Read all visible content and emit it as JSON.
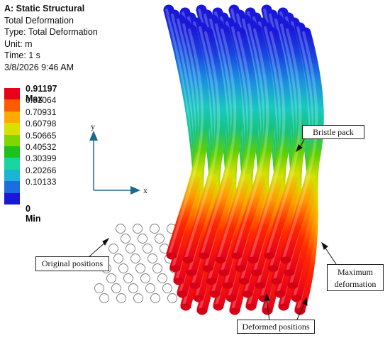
{
  "header": {
    "title": "A: Static Structural",
    "lines": [
      "Total Deformation",
      "Type: Total Deformation",
      "Unit: m",
      "Time: 1 s",
      "3/8/2026 9:46 AM"
    ]
  },
  "legend": {
    "max_label": "0.91197 Max",
    "values": [
      "0.81064",
      "0.70931",
      "0.60798",
      "0.50665",
      "0.40532",
      "0.30399",
      "0.20266",
      "0.10133"
    ],
    "min_label": "0 Min",
    "colors": [
      "#e8001a",
      "#ff5a00",
      "#ffaa00",
      "#d8e000",
      "#7fd600",
      "#1bc21b",
      "#19d6a0",
      "#19b4d6",
      "#1a6ee0",
      "#1a18d8"
    ]
  },
  "axes": {
    "x_label": "x",
    "y_label": "y",
    "color": "#1a6b88"
  },
  "callouts": {
    "bristle_pack": "Bristle pack",
    "original_positions": "Original positions",
    "maximum_deformation": "Maximum\ndeformation",
    "deformed_positions": "Deformed positions"
  }
}
